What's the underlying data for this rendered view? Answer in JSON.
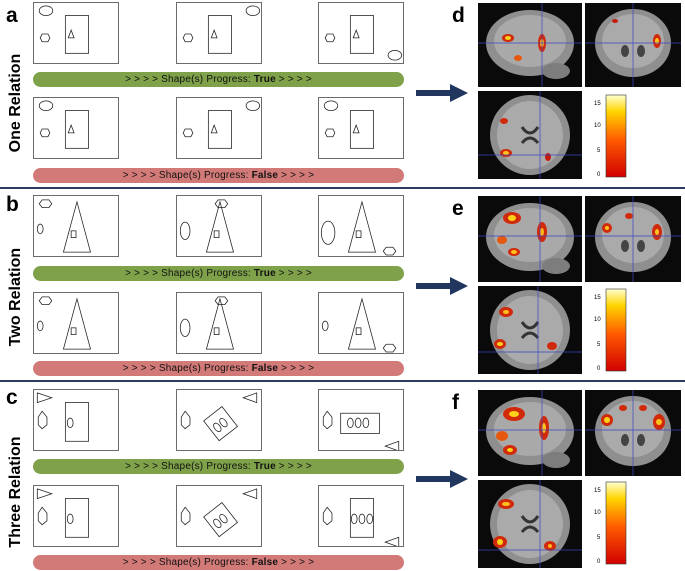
{
  "sections": [
    {
      "letter": "a",
      "label": "One Relation",
      "true_bar": {
        "prefix": "> > > >   Shape(s) Progress: ",
        "value": "True",
        "suffix": "   > > > >"
      },
      "false_bar": {
        "prefix": "> > > >   Shape(s) Progress: ",
        "value": "False",
        "suffix": "   > > > >"
      },
      "result_letter": "d",
      "colorbar_ticks": [
        "15",
        "10",
        "5",
        "0"
      ]
    },
    {
      "letter": "b",
      "label": "Two Relation",
      "true_bar": {
        "prefix": "> > > >   Shape(s) Progress: ",
        "value": "True",
        "suffix": "   > > > >"
      },
      "false_bar": {
        "prefix": "> > > >   Shape(s) Progress: ",
        "value": "False",
        "suffix": "   > > > >"
      },
      "result_letter": "e",
      "colorbar_ticks": [
        "15",
        "10",
        "5",
        "0"
      ]
    },
    {
      "letter": "c",
      "label": "Three Relation",
      "true_bar": {
        "prefix": "> > > >   Shape(s) Progress: ",
        "value": "True",
        "suffix": "   > > > >"
      },
      "false_bar": {
        "prefix": "> > > >   Shape(s) Progress: ",
        "value": "False",
        "suffix": "   > > > >"
      },
      "result_letter": "f",
      "colorbar_ticks": [
        "15",
        "10",
        "5",
        "0"
      ]
    }
  ],
  "colors": {
    "true_bar": "#7ea14a",
    "false_bar": "#d27a78",
    "separator": "#2c3b5e",
    "arrow": "#223760",
    "crosshair": "#3b46c4"
  }
}
